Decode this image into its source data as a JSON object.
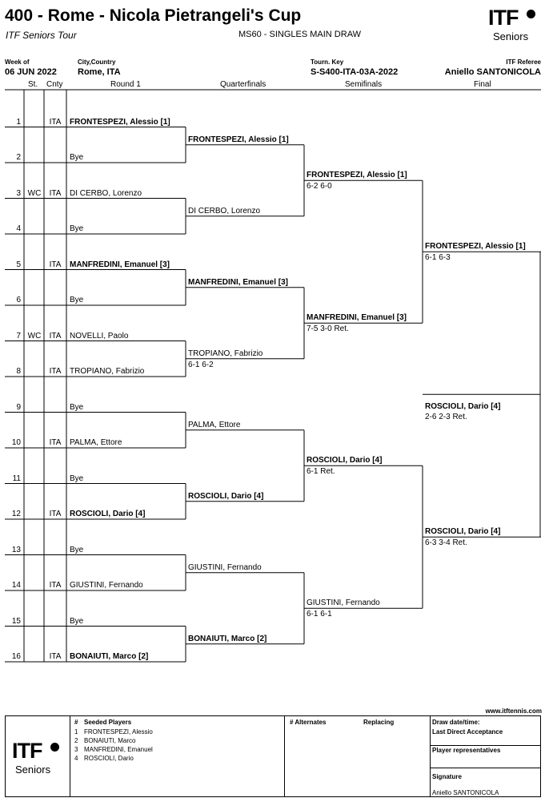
{
  "header": {
    "title": "400 - Rome - Nicola Pietrangeli's Cup",
    "subtitle": "ITF Seniors Tour",
    "event": "MS60 - SINGLES MAIN DRAW",
    "week_label": "Week of",
    "week_value": "06 JUN 2022",
    "city_label": "City,Country",
    "city_value": "Rome, ITA",
    "key_label": "Tourn. Key",
    "key_value": "S-S400-ITA-03A-2022",
    "referee_label": "ITF Referee",
    "referee_value": "Aniello SANTONICOLA",
    "logo_top": "ITF",
    "logo_bottom": "Seniors"
  },
  "columns": {
    "st": "St.",
    "cnty": "Cnty",
    "round1": "Round 1",
    "qf": "Quarterfinals",
    "sf": "Semifinals",
    "final": "Final"
  },
  "round1": [
    {
      "seq": "1",
      "st": "",
      "cnty": "ITA",
      "name": "FRONTESPEZI, Alessio [1]",
      "bold": true
    },
    {
      "seq": "2",
      "st": "",
      "cnty": "",
      "name": "Bye",
      "bold": false
    },
    {
      "seq": "3",
      "st": "WC",
      "cnty": "ITA",
      "name": "DI CERBO, Lorenzo",
      "bold": false
    },
    {
      "seq": "4",
      "st": "",
      "cnty": "",
      "name": "Bye",
      "bold": false
    },
    {
      "seq": "5",
      "st": "",
      "cnty": "ITA",
      "name": "MANFREDINI, Emanuel [3]",
      "bold": true
    },
    {
      "seq": "6",
      "st": "",
      "cnty": "",
      "name": "Bye",
      "bold": false
    },
    {
      "seq": "7",
      "st": "WC",
      "cnty": "ITA",
      "name": "NOVELLI, Paolo",
      "bold": false
    },
    {
      "seq": "8",
      "st": "",
      "cnty": "ITA",
      "name": "TROPIANO, Fabrizio",
      "bold": false
    },
    {
      "seq": "9",
      "st": "",
      "cnty": "",
      "name": "Bye",
      "bold": false
    },
    {
      "seq": "10",
      "st": "",
      "cnty": "ITA",
      "name": "PALMA, Ettore",
      "bold": false
    },
    {
      "seq": "11",
      "st": "",
      "cnty": "",
      "name": "Bye",
      "bold": false
    },
    {
      "seq": "12",
      "st": "",
      "cnty": "ITA",
      "name": "ROSCIOLI, Dario [4]",
      "bold": true
    },
    {
      "seq": "13",
      "st": "",
      "cnty": "",
      "name": "Bye",
      "bold": false
    },
    {
      "seq": "14",
      "st": "",
      "cnty": "ITA",
      "name": "GIUSTINI, Fernando",
      "bold": false
    },
    {
      "seq": "15",
      "st": "",
      "cnty": "",
      "name": "Bye",
      "bold": false
    },
    {
      "seq": "16",
      "st": "",
      "cnty": "ITA",
      "name": "BONAIUTI, Marco [2]",
      "bold": true
    }
  ],
  "quarterfinals": [
    {
      "name": "FRONTESPEZI, Alessio [1]",
      "score": "",
      "bold": true
    },
    {
      "name": "DI CERBO, Lorenzo",
      "score": "",
      "bold": false
    },
    {
      "name": "MANFREDINI, Emanuel [3]",
      "score": "",
      "bold": true
    },
    {
      "name": "TROPIANO, Fabrizio",
      "score": "6-1 6-2",
      "bold": false
    },
    {
      "name": "PALMA, Ettore",
      "score": "",
      "bold": false
    },
    {
      "name": "ROSCIOLI, Dario [4]",
      "score": "",
      "bold": true
    },
    {
      "name": "GIUSTINI, Fernando",
      "score": "",
      "bold": false
    },
    {
      "name": "BONAIUTI, Marco [2]",
      "score": "",
      "bold": true
    }
  ],
  "semifinals": [
    {
      "name": "FRONTESPEZI, Alessio [1]",
      "score": "6-2 6-0",
      "bold": true
    },
    {
      "name": "MANFREDINI, Emanuel [3]",
      "score": "7-5 3-0 Ret.",
      "bold": true
    },
    {
      "name": "ROSCIOLI, Dario [4]",
      "score": "6-1 Ret.",
      "bold": true
    },
    {
      "name": "GIUSTINI, Fernando",
      "score": "6-1 6-1",
      "bold": false
    }
  ],
  "final": [
    {
      "name": "FRONTESPEZI, Alessio [1]",
      "score": "6-1 6-3",
      "bold": true
    },
    {
      "name": "ROSCIOLI, Dario [4]",
      "score": "6-3 3-4 Ret.",
      "bold": true
    }
  ],
  "winner": {
    "name": "ROSCIOLI, Dario [4]",
    "score": "2-6 2-3 Ret."
  },
  "footer": {
    "website": "www.itftennis.com",
    "seeded_hash": "#",
    "seeded_title": "Seeded Players",
    "seeded": [
      {
        "n": "1",
        "name": "FRONTESPEZI, Alessio"
      },
      {
        "n": "2",
        "name": "BONAIUTI, Marco"
      },
      {
        "n": "3",
        "name": "MANFREDINI, Emanuel"
      },
      {
        "n": "4",
        "name": "ROSCIOLI, Dario"
      }
    ],
    "alternates_title": "# Alternates",
    "replacing_title": "Replacing",
    "draw_date": "Draw date/time:",
    "last_direct": "Last Direct Acceptance",
    "player_reps": "Player representatives",
    "signature": "Signature",
    "signature_name": "Aniello SANTONICOLA"
  }
}
